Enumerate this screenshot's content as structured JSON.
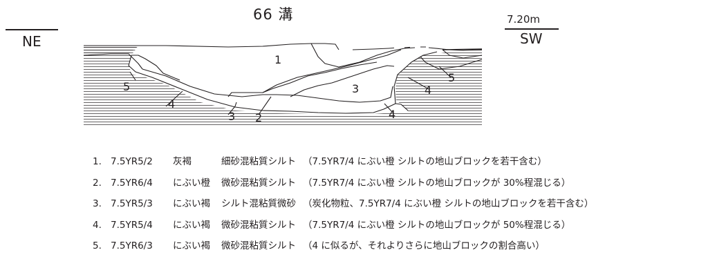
{
  "title": "66 溝",
  "direction_left": "NE",
  "direction_right": "SW",
  "elevation": "7.20m",
  "layer_labels": [
    "1",
    "2",
    "3",
    "4",
    "5"
  ],
  "legend": [
    {
      "num": "1.",
      "code": "7.5YR5/2",
      "color": "灰褐",
      "soil": "細砂混粘質シルト",
      "note": "（7.5YR7/4 にぶい橙 シルトの地山ブロックを若干含む）"
    },
    {
      "num": "2.",
      "code": "7.5YR6/4",
      "color": "にぶい橙",
      "soil": "微砂混粘質シルト",
      "note": "（7.5YR7/4 にぶい橙 シルトの地山ブロックが 30%程混じる）"
    },
    {
      "num": "3.",
      "code": "7.5YR5/3",
      "color": "にぶい褐",
      "soil": "シルト混粘質微砂",
      "note": "（炭化物粒、7.5YR7/4 にぶい橙 シルトの地山ブロックを若干含む）"
    },
    {
      "num": "4.",
      "code": "7.5YR5/4",
      "color": "にぶい褐",
      "soil": "微砂混粘質シルト",
      "note": "（7.5YR7/4 にぶい橙 シルトの地山ブロックが 50%程混じる）"
    },
    {
      "num": "5.",
      "code": "7.5YR6/3",
      "color": "にぶい褐",
      "soil": "微砂混粘質シルト",
      "note": "（4 に似るが、それよりさらに地山ブロックの割合高い）"
    }
  ]
}
